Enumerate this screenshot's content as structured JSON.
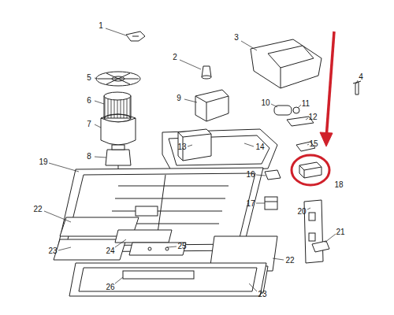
{
  "diagram": {
    "labels": [
      "1",
      "2",
      "3",
      "4",
      "5",
      "6",
      "7",
      "8",
      "9",
      "10",
      "11",
      "12",
      "13",
      "14",
      "15",
      "16",
      "17",
      "18",
      "19",
      "20",
      "21",
      "22",
      "23",
      "24",
      "25",
      "22",
      "23",
      "26"
    ]
  }
}
